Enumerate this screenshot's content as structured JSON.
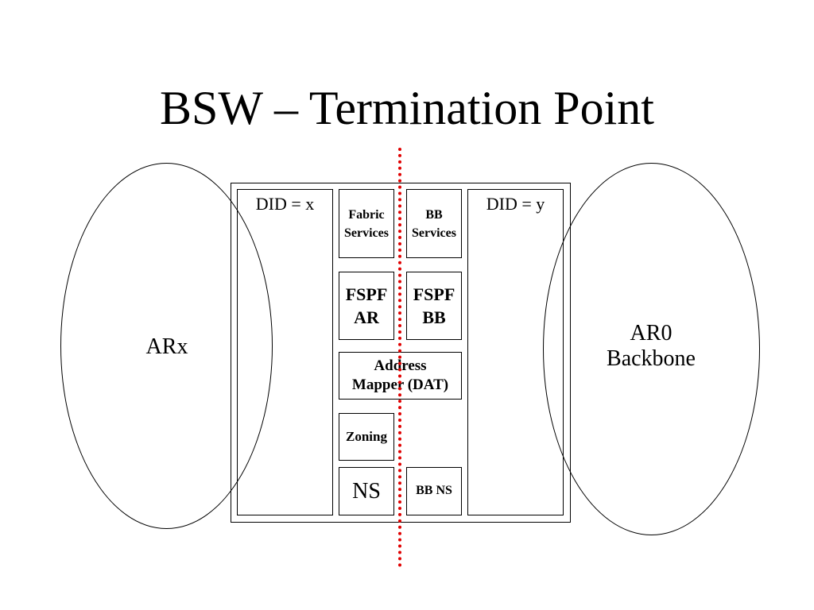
{
  "title": "BSW – Termination Point",
  "left_cloud": {
    "label": "ARx"
  },
  "right_cloud": {
    "label_line1": "AR0",
    "label_line2": "Backbone"
  },
  "switch": {
    "left_domain": "DID = x",
    "right_domain": "DID = y",
    "fabric_services": {
      "line1": "Fabric",
      "line2": "Services"
    },
    "bb_services": {
      "line1": "BB",
      "line2": "Services"
    },
    "fspf_ar": {
      "line1": "FSPF",
      "line2": "AR"
    },
    "fspf_bb": {
      "line1": "FSPF",
      "line2": "BB"
    },
    "address_mapper": {
      "line1": "Address",
      "line2": "Mapper (DAT)"
    },
    "zoning": "Zoning",
    "ns": "NS",
    "bb_ns": "BB NS"
  },
  "colors": {
    "divider": "#e00000"
  }
}
